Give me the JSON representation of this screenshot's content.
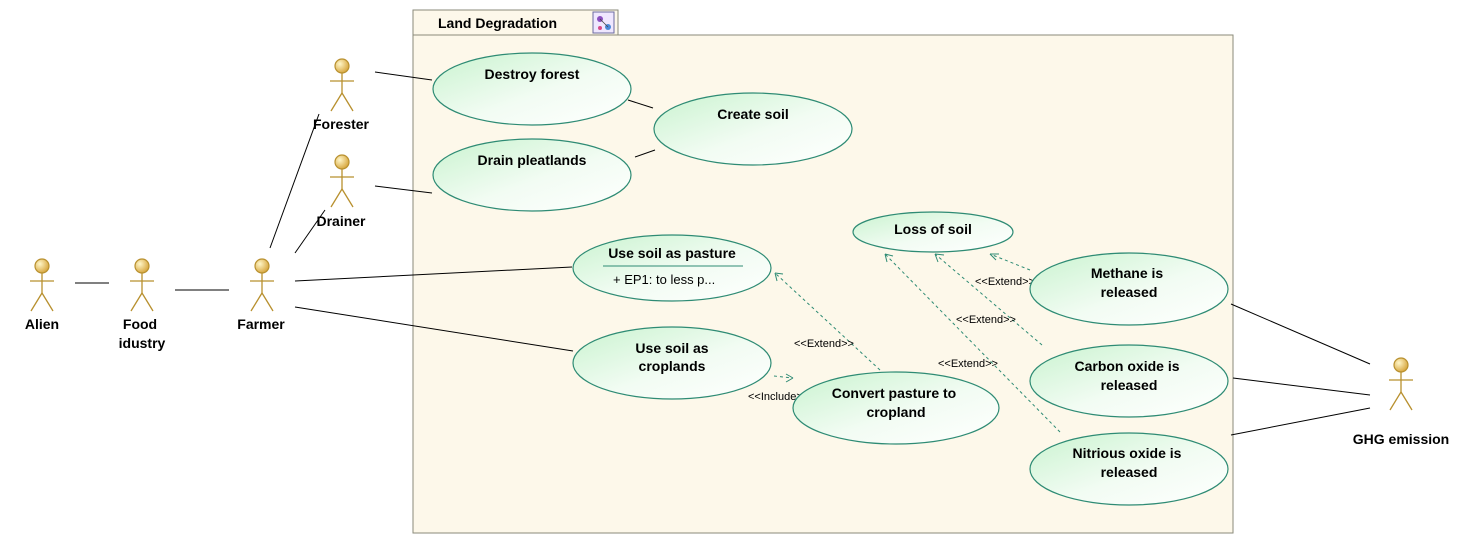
{
  "system": {
    "title": "Land Degradation"
  },
  "actors": {
    "alien": "Alien",
    "food_industry_line1": "Food",
    "food_industry_line2": "idustry",
    "farmer": "Farmer",
    "forester": "Forester",
    "drainer": "Drainer",
    "ghg_emission": "GHG emission"
  },
  "use_cases": {
    "destroy_forest": "Destroy forest",
    "create_soil": "Create soil",
    "drain_peatlands": "Drain pleatlands",
    "loss_of_soil": "Loss of soil",
    "use_soil_as_pasture": "Use soil as pasture",
    "pasture_extension_point": "+ EP1: to less p...",
    "use_soil_as_croplands_line1": "Use soil as",
    "use_soil_as_croplands_line2": "croplands",
    "convert_pasture_line1": "Convert pasture to",
    "convert_pasture_line2": "cropland",
    "methane_line1": "Methane is",
    "methane_line2": "released",
    "carbon_line1": "Carbon oxide is",
    "carbon_line2": "released",
    "nitrious_line1": "Nitrious oxide is",
    "nitrious_line2": "released"
  },
  "relations": {
    "extend_methane": "<<Extend>>",
    "extend_carbon": "<<Extend>>",
    "extend_nitrious": "<<Extend>>",
    "extend_convert": "<<Extend>>",
    "include_croplands": "<<Include>>"
  },
  "colors": {
    "actor": "#b8902e",
    "use_case_border": "#2e8b74",
    "system_fill": "#fdf8ea"
  }
}
